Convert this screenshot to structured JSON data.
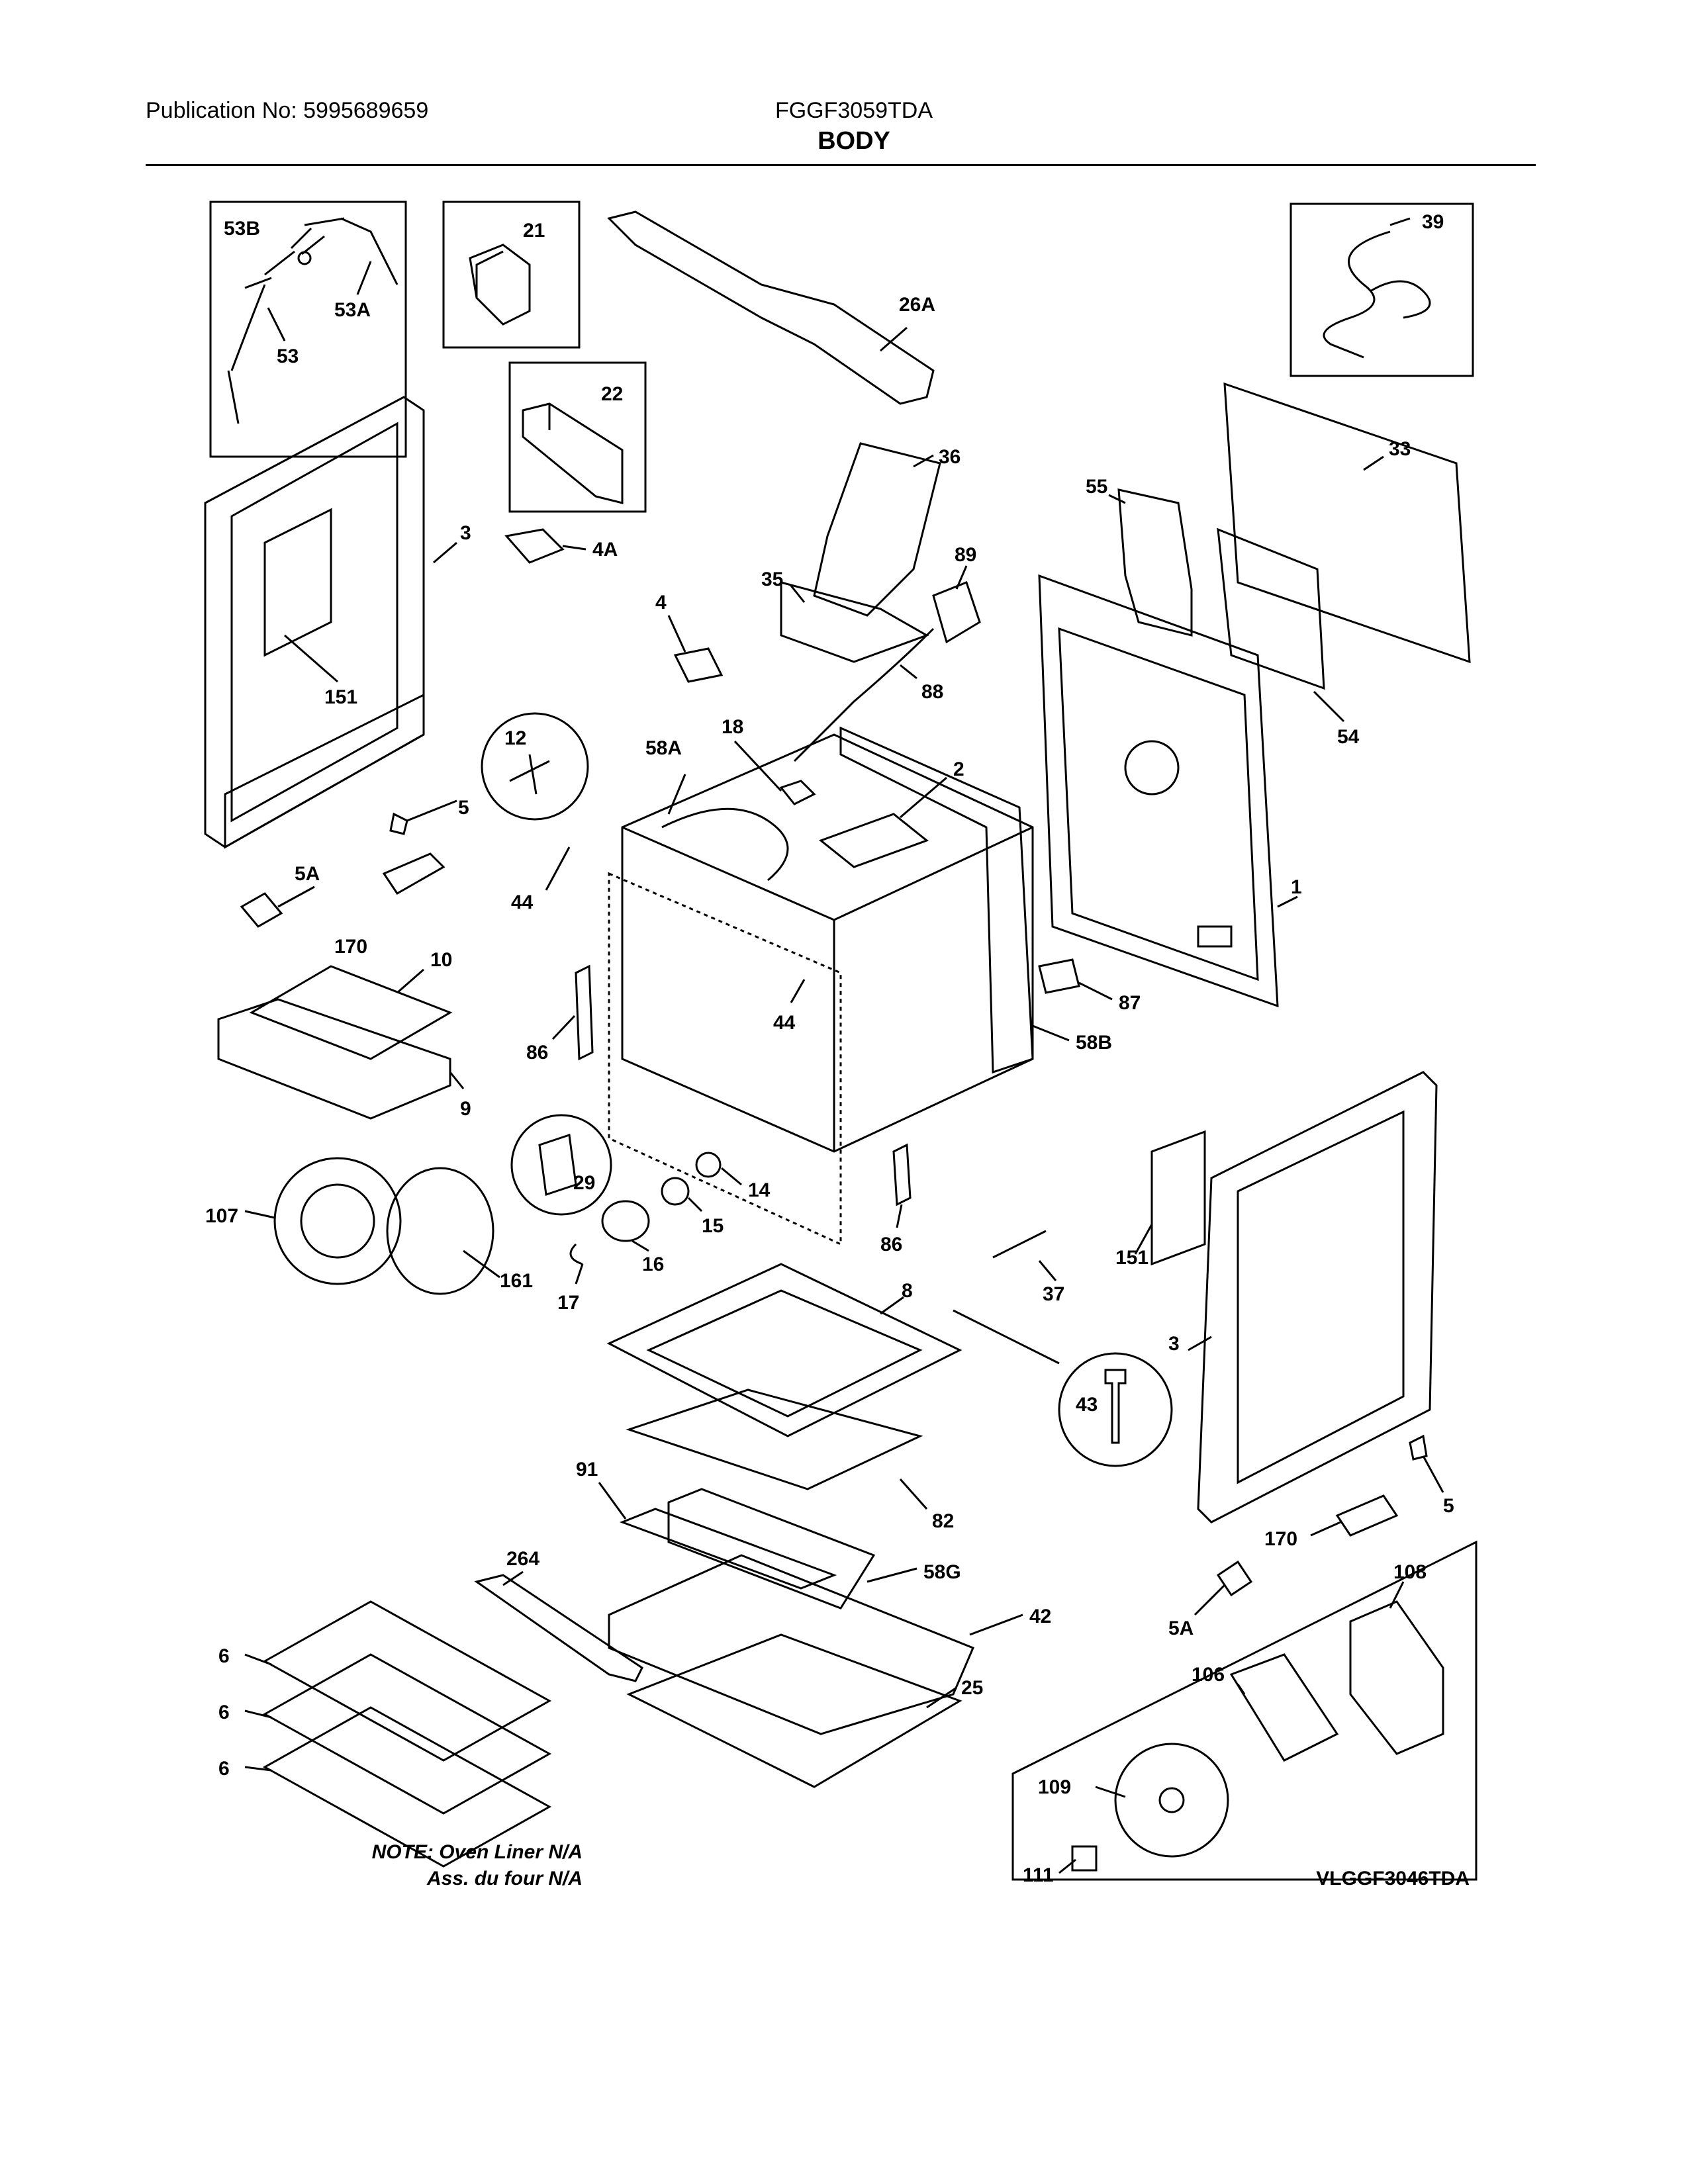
{
  "header": {
    "publication": "Publication No: 5995689659",
    "model": "FGGF3059TDA",
    "section": "BODY"
  },
  "labels": {
    "l_53b": "53B",
    "l_53a": "53A",
    "l_53": "53",
    "l_21": "21",
    "l_22": "22",
    "l_26a": "26A",
    "l_39": "39",
    "l_36": "36",
    "l_35": "35",
    "l_89": "89",
    "l_88": "88",
    "l_55": "55",
    "l_33": "33",
    "l_54": "54",
    "l_3a": "3",
    "l_4a": "4A",
    "l_4": "4",
    "l_151a": "151",
    "l_12": "12",
    "l_18": "18",
    "l_58a": "58A",
    "l_2": "2",
    "l_5a": "5",
    "l_5aa": "5A",
    "l_170a": "170",
    "l_44a": "44",
    "l_1": "1",
    "l_87": "87",
    "l_10": "10",
    "l_44b": "44",
    "l_86a": "86",
    "l_58b": "58B",
    "l_9": "9",
    "l_29": "29",
    "l_14": "14",
    "l_107": "107",
    "l_15": "15",
    "l_86b": "86",
    "l_151b": "151",
    "l_16": "16",
    "l_161": "161",
    "l_17": "17",
    "l_37": "37",
    "l_8": "8",
    "l_3b": "3",
    "l_43": "43",
    "l_91": "91",
    "l_82": "82",
    "l_5b": "5",
    "l_170b": "170",
    "l_108": "108",
    "l_264": "264",
    "l_58g": "58G",
    "l_42": "42",
    "l_5ab": "5A",
    "l_6a": "6",
    "l_106": "106",
    "l_6b": "6",
    "l_25": "25",
    "l_6c": "6",
    "l_109": "109",
    "l_111": "111"
  },
  "note": {
    "line1": "NOTE: Oven Liner N/A",
    "line2": "Ass. du four N/A"
  },
  "drawing_code": "VLGGF3046TDA"
}
